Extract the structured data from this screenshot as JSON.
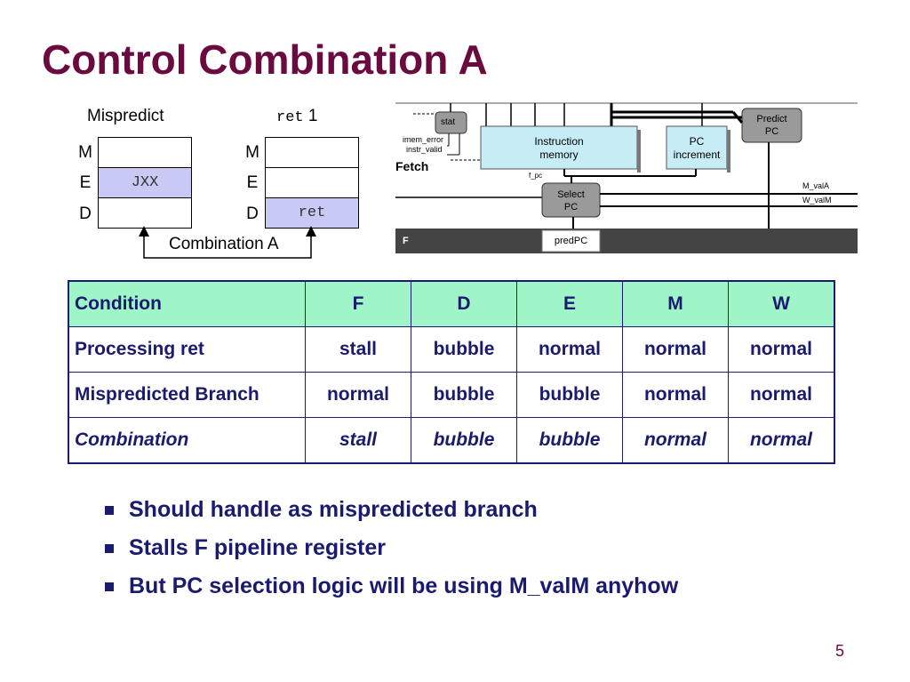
{
  "title": "Control Combination A",
  "diagram_left": {
    "caption": "Mispredict",
    "stages": [
      "M",
      "E",
      "D"
    ],
    "cells": [
      "",
      "JXX",
      ""
    ]
  },
  "diagram_right": {
    "caption_code": "ret",
    "caption_num": "1",
    "stages": [
      "M",
      "E",
      "D"
    ],
    "cells": [
      "",
      "",
      "ret"
    ]
  },
  "combination_label": "Combination A",
  "hardware": {
    "stat": "stat",
    "imem_error": "imem_error",
    "instr_valid": "instr_valid",
    "fetch": "Fetch",
    "instruction_memory_1": "Instruction",
    "instruction_memory_2": "memory",
    "pc_increment_1": "PC",
    "pc_increment_2": "increment",
    "predict_pc_1": "Predict",
    "predict_pc_2": "PC",
    "f_pc": "f_pc",
    "select_pc_1": "Select",
    "select_pc_2": "PC",
    "m_vala": "M_valA",
    "w_valm": "W_valM",
    "f_reg": "F",
    "predpc": "predPC"
  },
  "table": {
    "headers": [
      "Condition",
      "F",
      "D",
      "E",
      "M",
      "W"
    ],
    "rows": [
      [
        "Processing ret",
        "stall",
        "bubble",
        "normal",
        "normal",
        "normal"
      ],
      [
        "Mispredicted Branch",
        "normal",
        "bubble",
        "bubble",
        "normal",
        "normal"
      ],
      [
        "Combination",
        "stall",
        "bubble",
        "bubble",
        "normal",
        "normal"
      ]
    ]
  },
  "bullets": [
    "Should handle as mispredicted branch",
    "Stalls F pipeline register",
    "But PC selection logic will be using M_valM anyhow"
  ],
  "page_number": "5"
}
